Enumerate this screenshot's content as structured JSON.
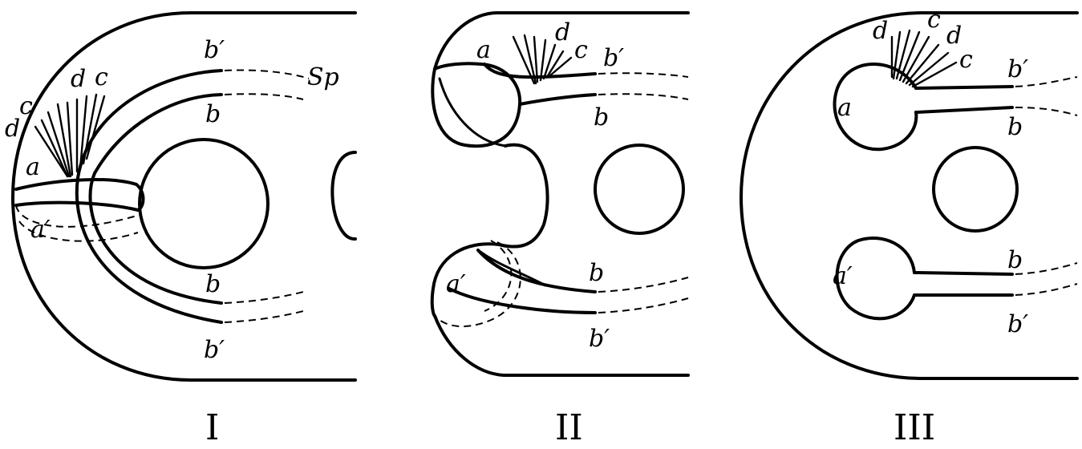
{
  "panels": [
    {
      "caption": "I",
      "labels": {
        "b_prime_top": "b′",
        "b_top": "b",
        "s_p": "Sp",
        "c_left": "c",
        "d_left": "d",
        "d_inner": "d",
        "c_inner": "c",
        "a": "a",
        "a_prime": "a′",
        "b_bottom": "b",
        "b_prime_bottom": "b′"
      }
    },
    {
      "caption": "II",
      "labels": {
        "a": "a",
        "d": "d",
        "c": "c",
        "b_prime_top": "b′",
        "b_top": "b",
        "a_prime": "a′",
        "b_bottom": "b",
        "b_prime_bottom": "b′"
      }
    },
    {
      "caption": "III",
      "labels": {
        "d_left": "d",
        "c_top": "c",
        "d_right": "d",
        "c_right": "c",
        "b_prime_top": "b′",
        "a": "a",
        "b_top": "b",
        "a_prime": "a′",
        "b_bottom": "b",
        "b_prime_bottom": "b′"
      }
    }
  ]
}
